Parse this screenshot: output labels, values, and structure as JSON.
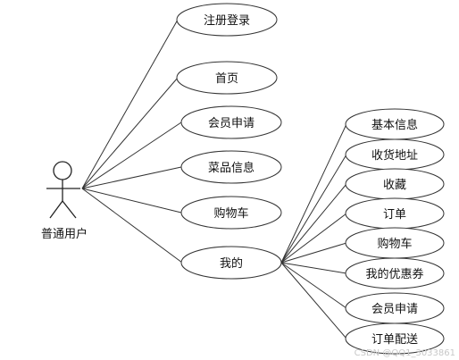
{
  "actor": {
    "label": "普通用户"
  },
  "primary_use_cases": [
    {
      "id": "register",
      "label": "注册登录"
    },
    {
      "id": "home",
      "label": "首页"
    },
    {
      "id": "member-apply",
      "label": "会员申请"
    },
    {
      "id": "dish-info",
      "label": "菜品信息"
    },
    {
      "id": "cart",
      "label": "购物车"
    },
    {
      "id": "mine",
      "label": "我的"
    }
  ],
  "mine_sub_use_cases": [
    {
      "id": "basic-info",
      "label": "基本信息"
    },
    {
      "id": "address",
      "label": "收货地址"
    },
    {
      "id": "favorites",
      "label": "收藏"
    },
    {
      "id": "orders",
      "label": "订单"
    },
    {
      "id": "sub-cart",
      "label": "购物车"
    },
    {
      "id": "coupons",
      "label": "我的优惠券"
    },
    {
      "id": "sub-member-apply",
      "label": "会员申请"
    },
    {
      "id": "delivery",
      "label": "订单配送"
    }
  ],
  "watermark": "CSDN @QQ1_3033861"
}
